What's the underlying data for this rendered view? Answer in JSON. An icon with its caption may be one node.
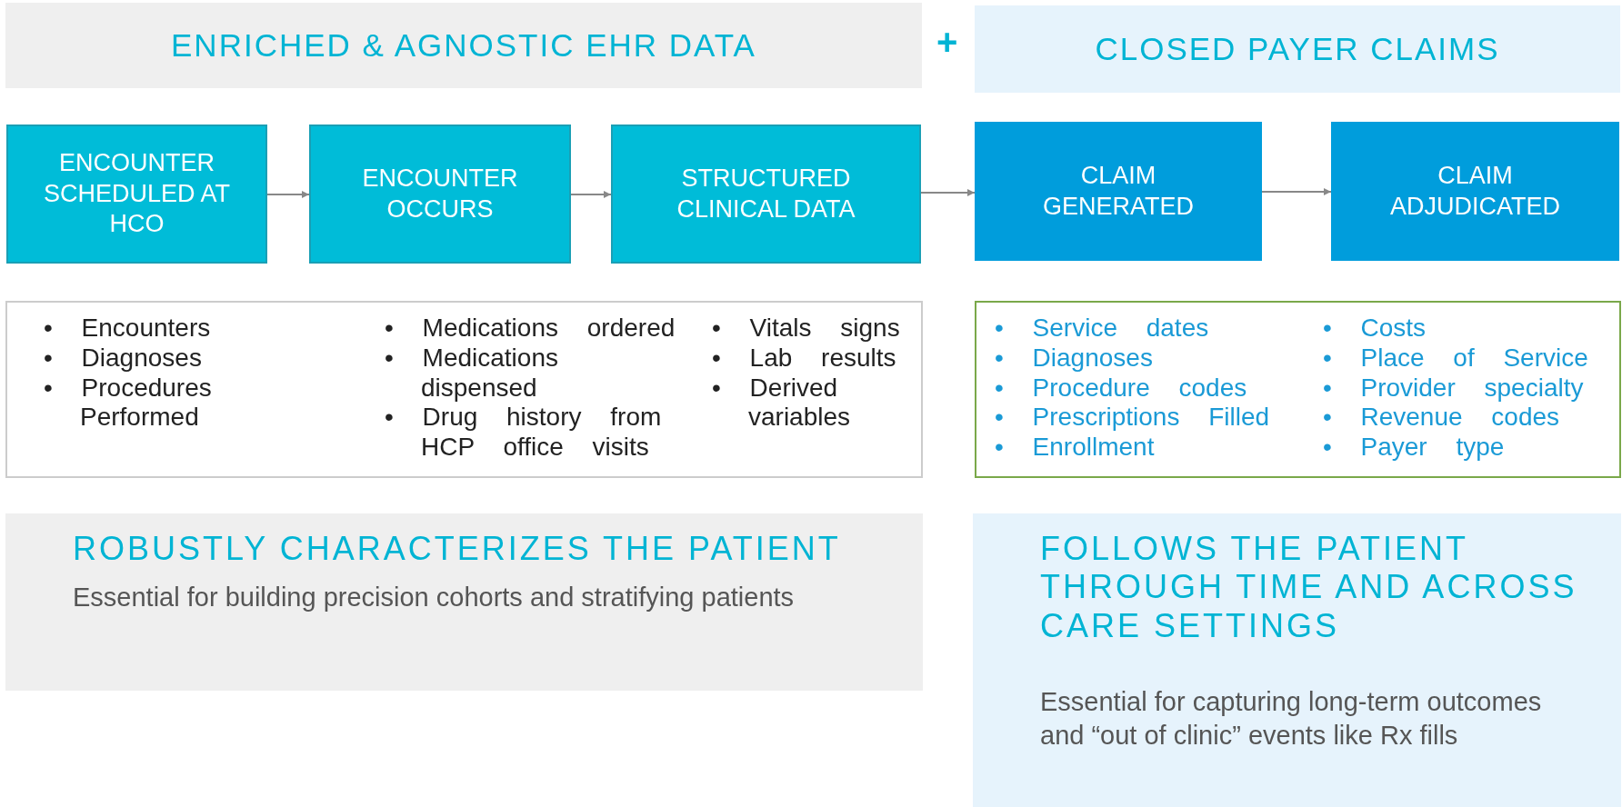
{
  "diagram": {
    "nodes": [
      {
        "text": [
          "ENRICHED & AGNOSTIC EHR DATA"
        ]
      },
      {
        "text": [
          "CLOSED PAYER CLAIMS"
        ]
      },
      {
        "text": [
          "ENCOUNTER SCHEDULED AT HCO"
        ]
      },
      {
        "text": [
          "ENCOUNTER OCCURS"
        ]
      },
      {
        "text": [
          "STRUCTURED CLINICAL DATA"
        ]
      },
      {
        "text": [
          "CLAIM GENERATED"
        ]
      },
      {
        "text": [
          "CLAIM ADJUDICATED"
        ]
      },
      {
        "text": [
          "• Encounters",
          "• Diagnoses",
          "• Procedures Performed",
          "• Medications ordered",
          "• Medications dispensed",
          "• Drug history from HCP office visits",
          "• Vitals signs",
          "• Lab results",
          "• Derived variables"
        ]
      },
      {
        "text": [
          "• Service dates",
          "• Diagnoses",
          "• Procedure codes",
          "• Prescriptions Filled",
          "• Enrollment",
          "• Costs",
          "• Place of Service",
          "• Provider specialty",
          "• Revenue codes",
          "• Payer type"
        ]
      },
      {
        "text": [
          "ROBUSTLY CHARACTERIZES THE PATIENT",
          "Essential for building precision cohorts and stratifying patients"
        ]
      },
      {
        "text": [
          "FOLLOWS THE PATIENT THROUGH TIME AND ACROSS CARE SETTINGS",
          "Essential for capturing long-term outcomes and “out of clinic” events like Rx fills"
        ]
      }
    ],
    "edges": [
      {
        "from": 2,
        "to": 3,
        "arrow": "to"
      },
      {
        "from": 3,
        "to": 4,
        "arrow": "to"
      },
      {
        "from": 4,
        "to": 5,
        "arrow": "to"
      },
      {
        "from": 5,
        "to": 6,
        "arrow": "to"
      }
    ],
    "labels": [
      "+"
    ]
  }
}
